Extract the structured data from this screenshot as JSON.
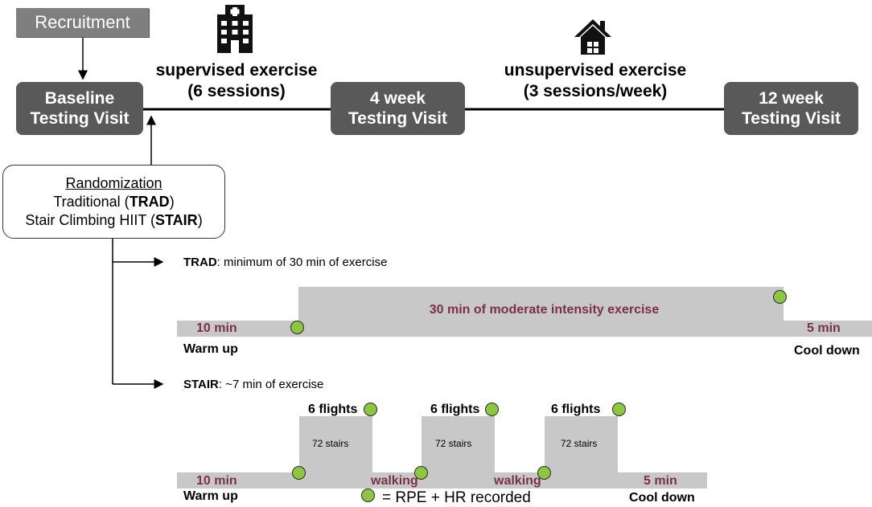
{
  "top": {
    "recruitment": "Recruitment",
    "baseline": [
      "Baseline",
      "Testing Visit"
    ],
    "week4": [
      "4 week",
      "Testing Visit"
    ],
    "week12": [
      "12 week",
      "Testing Visit"
    ],
    "supervised": [
      "supervised exercise",
      "(6 sessions)"
    ],
    "unsupervised": [
      "unsupervised exercise",
      "(3 sessions/week)"
    ],
    "hospital_icon": "hospital-icon",
    "house_icon": "house-icon"
  },
  "randomization": {
    "title": "Randomization",
    "trad_prefix": "Traditional (",
    "trad_bold": "TRAD",
    "trad_suffix": ")",
    "stair_prefix": "Stair Climbing HIIT (",
    "stair_bold": "STAIR",
    "stair_suffix": ")"
  },
  "trad": {
    "header_bold": "TRAD",
    "header_rest": ": minimum of 30 min of exercise",
    "warm_duration": "10 min",
    "main": "30 min of moderate intensity exercise",
    "cool_duration": "5 min",
    "warm_label": "Warm up",
    "cool_label": "Cool down"
  },
  "stair": {
    "header_bold": "STAIR",
    "header_rest": ": ~7 min of exercise",
    "warm_duration": "10 min",
    "flights": [
      "6 flights",
      "6 flights",
      "6 flights"
    ],
    "stairs": [
      "72 stairs",
      "72 stairs",
      "72 stairs"
    ],
    "walking": [
      "walking",
      "walking"
    ],
    "cool_duration": "5 min",
    "warm_label": "Warm up",
    "cool_label": "Cool down"
  },
  "legend": {
    "text": "= RPE + HR recorded"
  },
  "colors": {
    "visit_box": "#595959",
    "recruit_box": "#7f7f7f",
    "profile": "#c8c8c8",
    "dot": "#8dc63f",
    "maroon": "#7a3046"
  }
}
